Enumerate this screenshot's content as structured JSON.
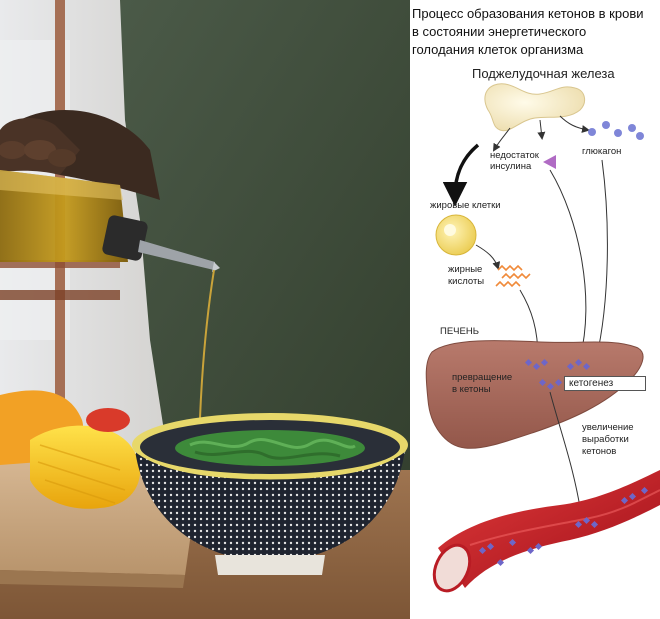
{
  "diagram": {
    "title_lines": [
      "Процесс образования кетонов в крови",
      "в состоянии энергетического",
      "голодания клеток организма"
    ],
    "labels": {
      "pancreas": "Поджелудочная железа",
      "insulin_lack_1": "недостаток",
      "insulin_lack_2": "инсулина",
      "glucagon": "глюкагон",
      "fat_cells": "жировые клетки",
      "fatty_acids_1": "жирные",
      "fatty_acids_2": "кислоты",
      "liver": "ПЕЧЕНЬ",
      "conversion_1": "превращение",
      "conversion_2": "в кетоны",
      "ketogenesis": "кетогенез",
      "increase_1": "увеличение",
      "increase_2": "выработки",
      "increase_3": "кетонов"
    }
  },
  "colors": {
    "liver": "#a96b5e",
    "pancreas": "#f5ebc9",
    "fat_cell": "#f3dc7a",
    "ketone": "#6e66c8",
    "blood_vessel": "#c8202a",
    "fatty_acid": "#f08a3a"
  },
  "photo": {
    "scene": [
      "hand-pouring-oil-bottle-icon",
      "green-noodles-bowl-icon",
      "yellow-pepper-icon",
      "wooden-cutting-board-icon"
    ]
  }
}
